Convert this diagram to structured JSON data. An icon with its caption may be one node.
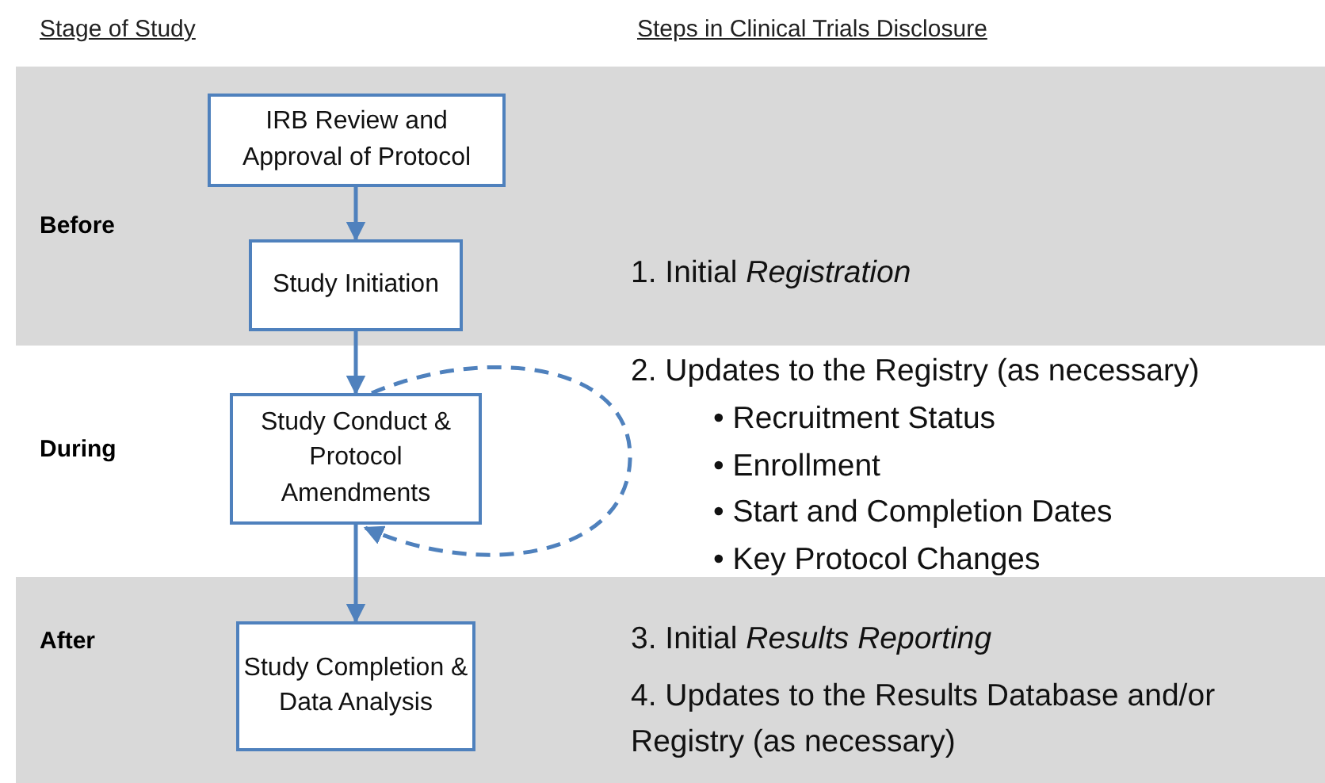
{
  "diagram": {
    "nodes": [
      {
        "text": [
          "Before"
        ]
      },
      {
        "text": [
          "IRB Review and Approval of Protocol"
        ],
        "in": 0
      },
      {
        "text": [
          "Study Initiation"
        ],
        "in": 0
      },
      {
        "text": [
          "During"
        ]
      },
      {
        "text": [
          "Study Conduct & Protocol Amendments"
        ],
        "in": 3
      },
      {
        "text": [
          "After"
        ]
      },
      {
        "text": [
          "Study Completion & Data Analysis"
        ],
        "in": 5
      }
    ],
    "edges": [
      {
        "from": 1,
        "to": 2,
        "arrow": "to"
      },
      {
        "from": 2,
        "to": 4,
        "arrow": "to"
      },
      {
        "from": 4,
        "to": 6,
        "arrow": "to"
      },
      {
        "from": 4,
        "to": 4,
        "arrow": "to",
        "style": "dashed"
      }
    ],
    "labels": [
      "Stage of Study",
      "Steps in Clinical Trials Disclosure",
      "1. Initial *Registration*",
      "2. Updates to the Registry (as necessary)",
      "• Recruitment Status",
      "• Enrollment",
      "• Start and Completion Dates",
      "• Key Protocol Changes",
      "3. Initial *Results Reporting*",
      "4. Updates to the Results Database and/or Registry (as necessary)"
    ]
  }
}
